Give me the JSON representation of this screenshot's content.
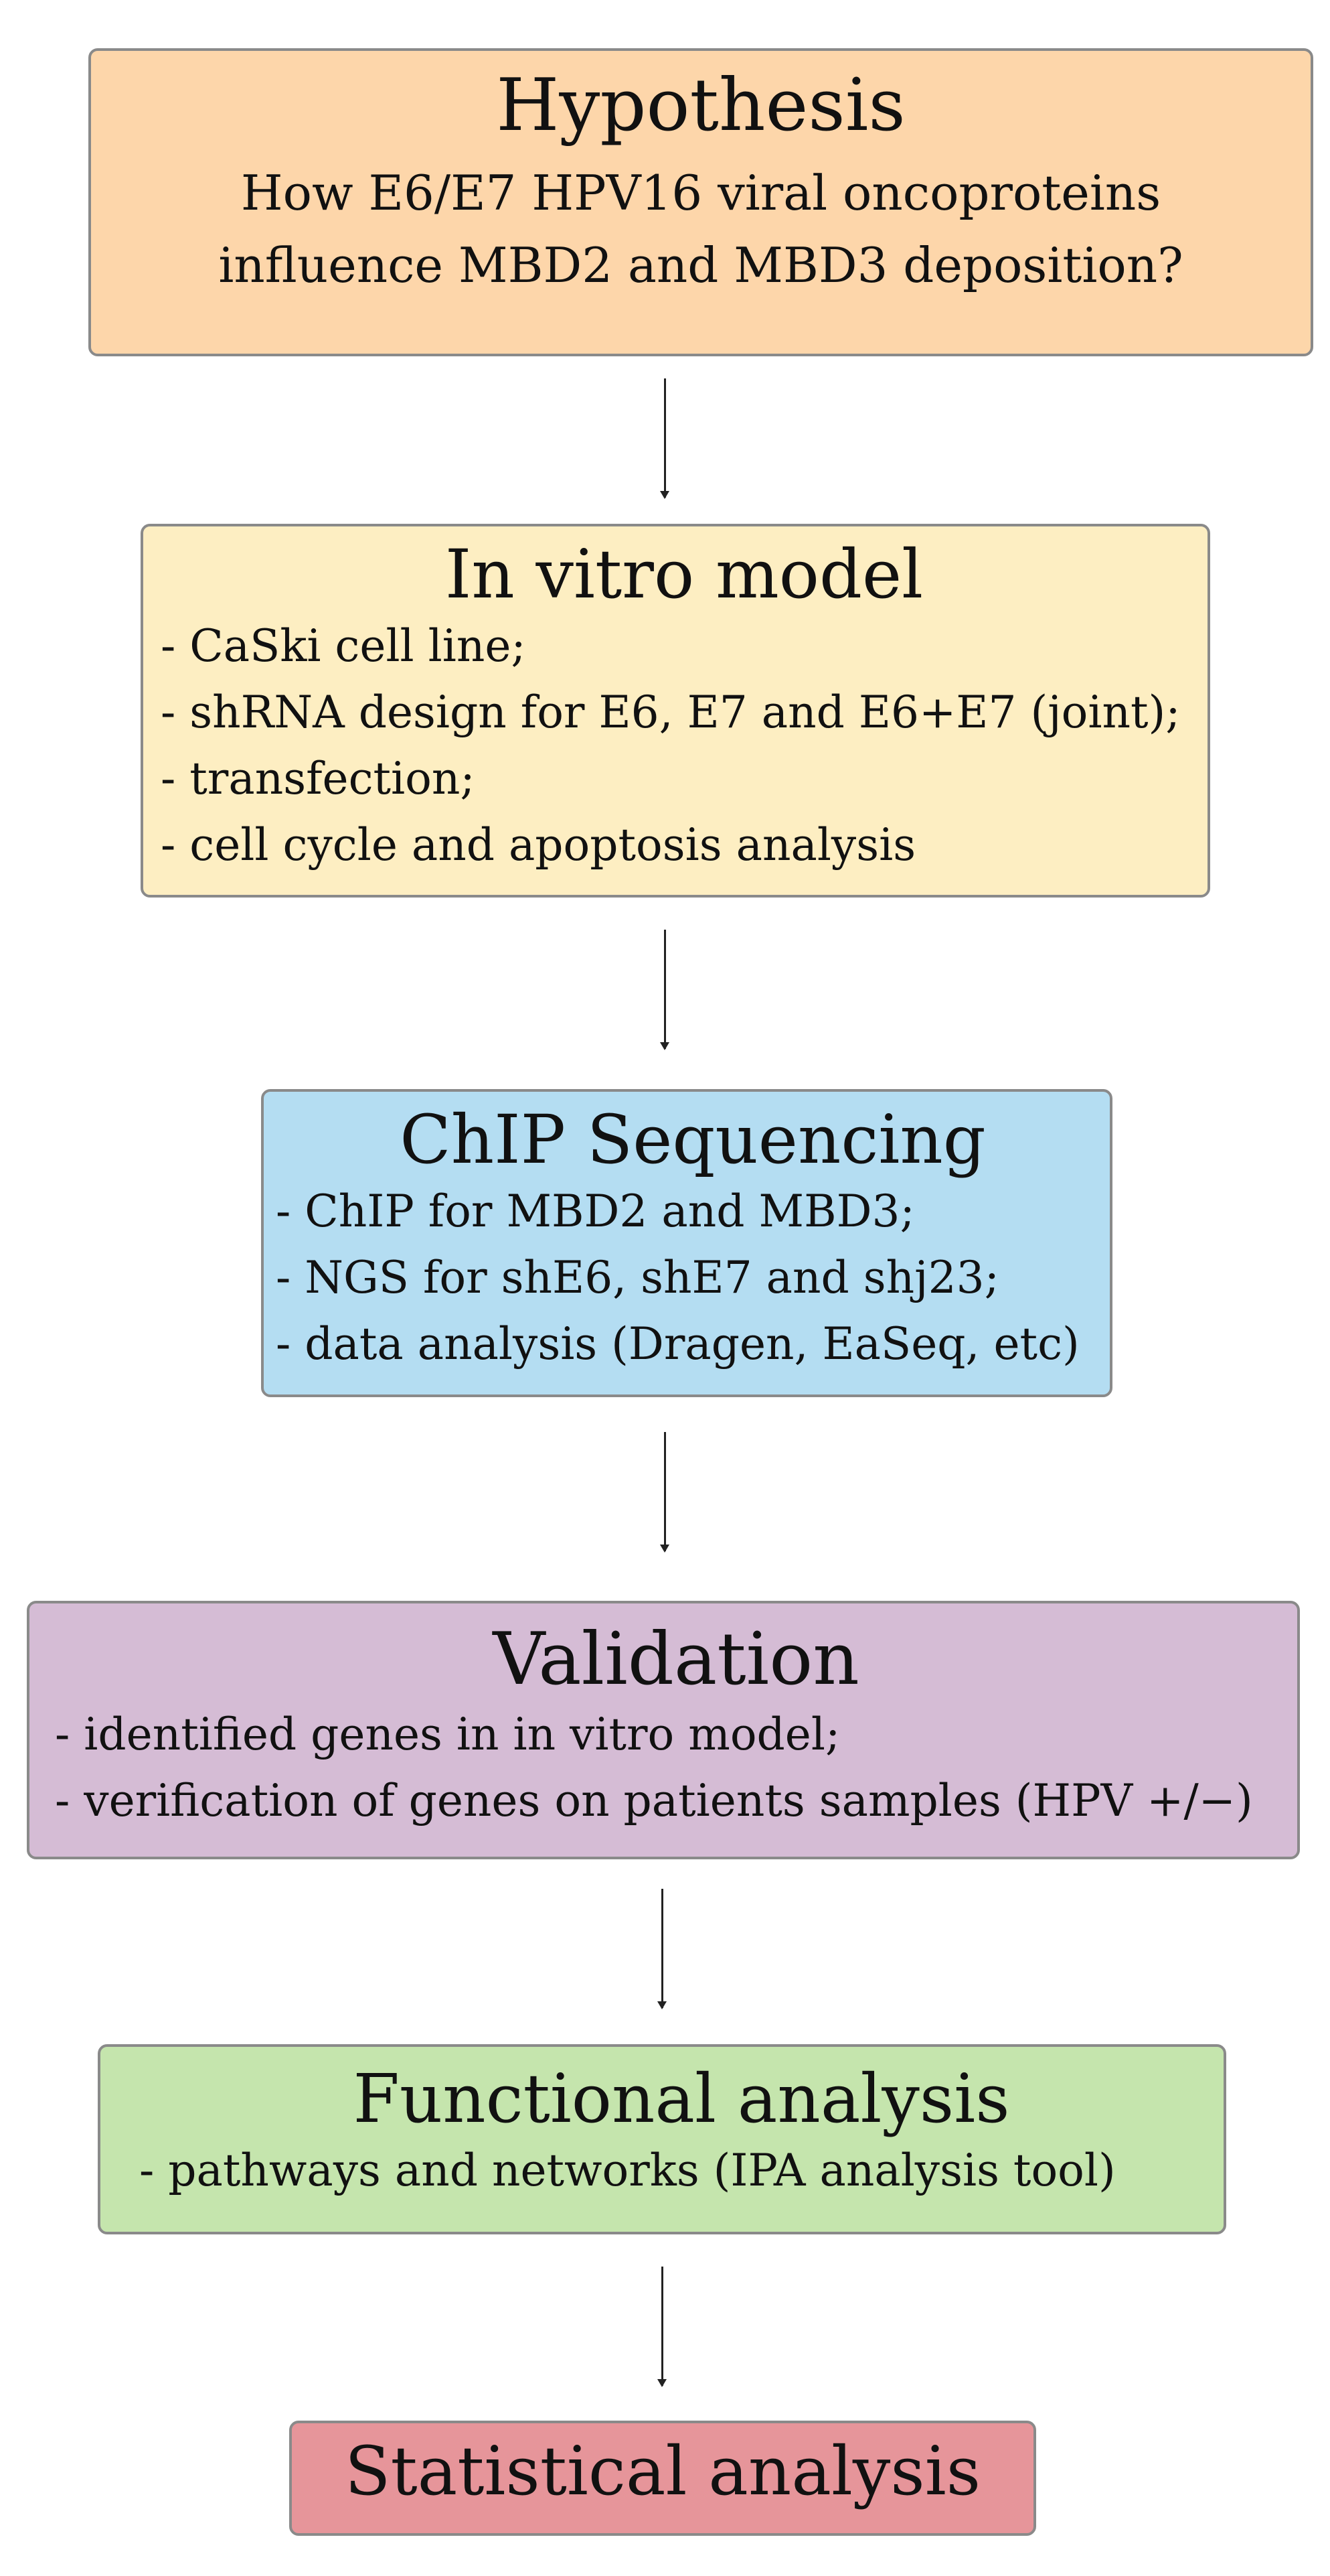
{
  "colors": {
    "hypothesis": "#fdd6aa",
    "in_vitro": "#fdeec2",
    "chip": "#b4ddf2",
    "validation": "#d5bcd5",
    "functional": "#c5e5ad",
    "statistical": "#e6959a",
    "border": "#8a8a8a"
  },
  "hypothesis": {
    "title": "Hypothesis",
    "line1": "How E6/E7 HPV16 viral oncoproteins",
    "line2": "influence MBD2 and MBD3 deposition?"
  },
  "in_vitro": {
    "title": "In vitro model",
    "items": [
      "- CaSki cell line;",
      "- shRNA design for E6, E7 and E6+E7  (joint);",
      "- transfection;",
      "- cell cycle and apoptosis analysis"
    ]
  },
  "chip": {
    "title": "ChIP Sequencing",
    "items": [
      "- ChIP for MBD2 and MBD3;",
      "-  NGS for shE6, shE7 and shj23;",
      "- data analysis (Dragen, EaSeq, etc)"
    ]
  },
  "validation": {
    "title": "Validation",
    "items": [
      "- identified genes in in vitro model;",
      "- verification of genes on patients samples (HPV +/−)"
    ]
  },
  "functional": {
    "title": "Functional analysis",
    "items": [
      "- pathways and networks  (IPA analysis tool)"
    ]
  },
  "statistical": {
    "title": "Statistical analysis"
  }
}
